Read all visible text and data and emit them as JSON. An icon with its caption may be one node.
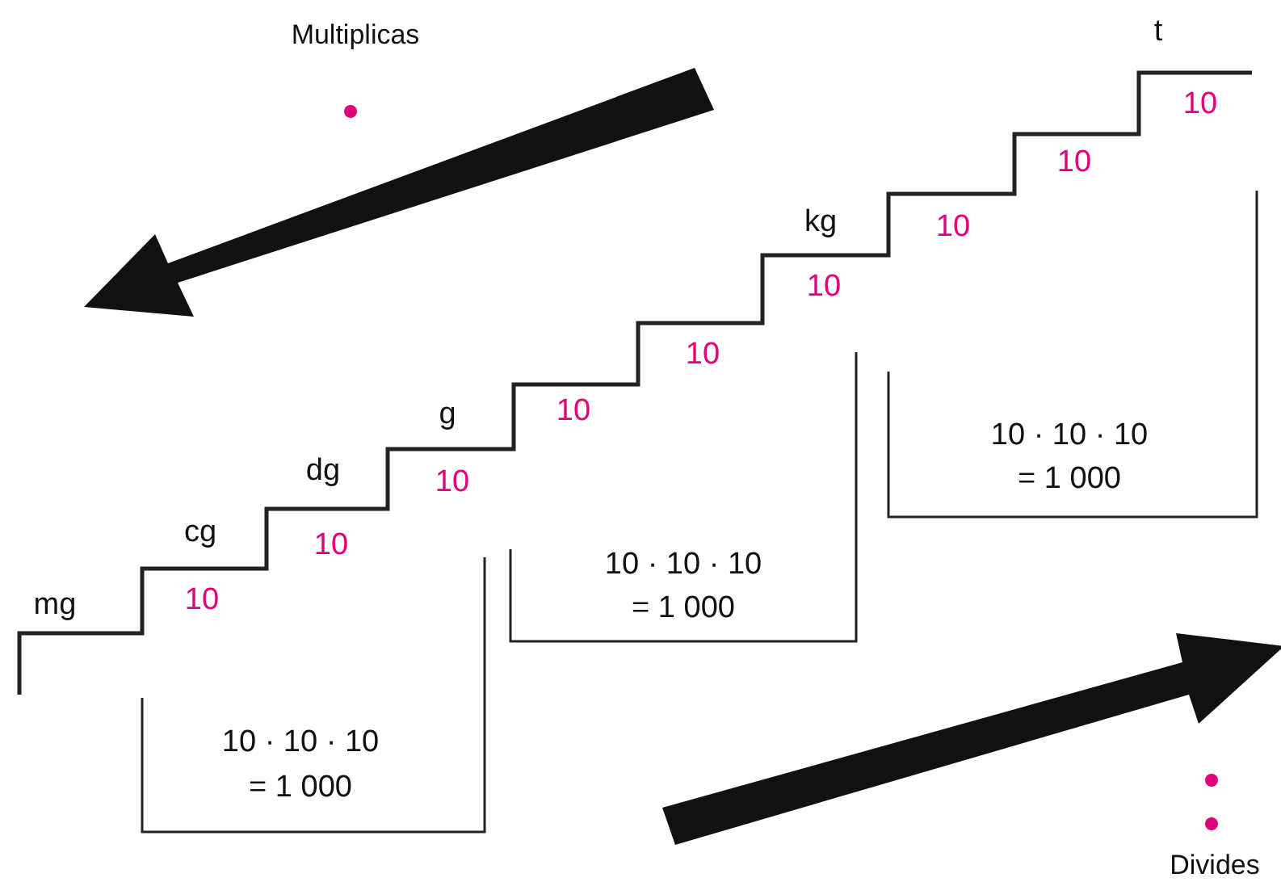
{
  "diagram": {
    "labels": [
      "Multiplicas",
      "t",
      "10",
      "10",
      "kg",
      "10",
      "10",
      "10",
      "g",
      "10",
      "dg",
      "10",
      "10 · 10 · 10",
      "= 1 000",
      "cg",
      "10",
      "10 · 10 · 10",
      "mg",
      "10",
      "= 1 000",
      "10 · 10 · 10",
      "= 1 000",
      "Divides"
    ]
  }
}
